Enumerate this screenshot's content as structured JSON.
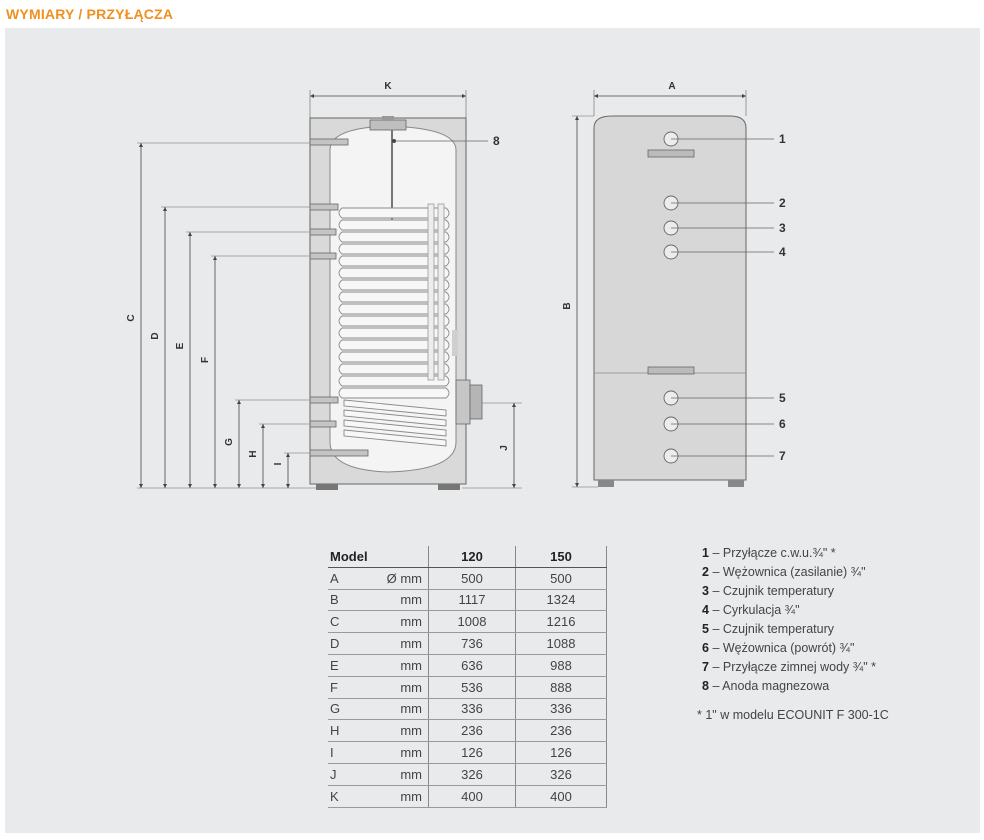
{
  "title": "WYMIARY / PRZYŁĄCZA",
  "colors": {
    "title": "#f0901e",
    "panel": "#e9eaeb",
    "tank_body": "#dcdcdc",
    "tank_inner": "#f2f2f2",
    "coil": "#f7f7f7"
  },
  "side_view": {
    "top_label": "K",
    "callout": "8",
    "left_labels": [
      "C",
      "D",
      "E",
      "F",
      "G",
      "H",
      "I"
    ],
    "right_label": "J"
  },
  "front_view": {
    "top_label": "A",
    "left_label": "B",
    "callouts": [
      "1",
      "2",
      "3",
      "4",
      "5",
      "6",
      "7"
    ]
  },
  "table": {
    "headers": {
      "model": "Model",
      "col1": "120",
      "col2": "150"
    },
    "rows": [
      {
        "key": "A",
        "unit": "Ø mm",
        "v1": "500",
        "v2": "500"
      },
      {
        "key": "B",
        "unit": "mm",
        "v1": "1117",
        "v2": "1324"
      },
      {
        "key": "C",
        "unit": "mm",
        "v1": "1008",
        "v2": "1216"
      },
      {
        "key": "D",
        "unit": "mm",
        "v1": "736",
        "v2": "1088"
      },
      {
        "key": "E",
        "unit": "mm",
        "v1": "636",
        "v2": "988"
      },
      {
        "key": "F",
        "unit": "mm",
        "v1": "536",
        "v2": "888"
      },
      {
        "key": "G",
        "unit": "mm",
        "v1": "336",
        "v2": "336"
      },
      {
        "key": "H",
        "unit": "mm",
        "v1": "236",
        "v2": "236"
      },
      {
        "key": "I",
        "unit": "mm",
        "v1": "126",
        "v2": "126"
      },
      {
        "key": "J",
        "unit": "mm",
        "v1": "326",
        "v2": "326"
      },
      {
        "key": "K",
        "unit": "mm",
        "v1": "400",
        "v2": "400"
      }
    ]
  },
  "legend": [
    {
      "num": "1",
      "text": "– Przyłącze c.w.u.¾\" *"
    },
    {
      "num": "2",
      "text": "– Wężownica (zasilanie) ¾\""
    },
    {
      "num": "3",
      "text": "– Czujnik temperatury"
    },
    {
      "num": "4",
      "text": "– Cyrkulacja ¾\""
    },
    {
      "num": "5",
      "text": "– Czujnik temperatury"
    },
    {
      "num": "6",
      "text": "– Wężownica (powrót) ¾\""
    },
    {
      "num": "7",
      "text": "– Przyłącze zimnej wody ¾\" *"
    },
    {
      "num": "8",
      "text": "– Anoda magnezowa"
    }
  ],
  "footnote": "* 1\" w modelu ECOUNIT F 300-1C"
}
